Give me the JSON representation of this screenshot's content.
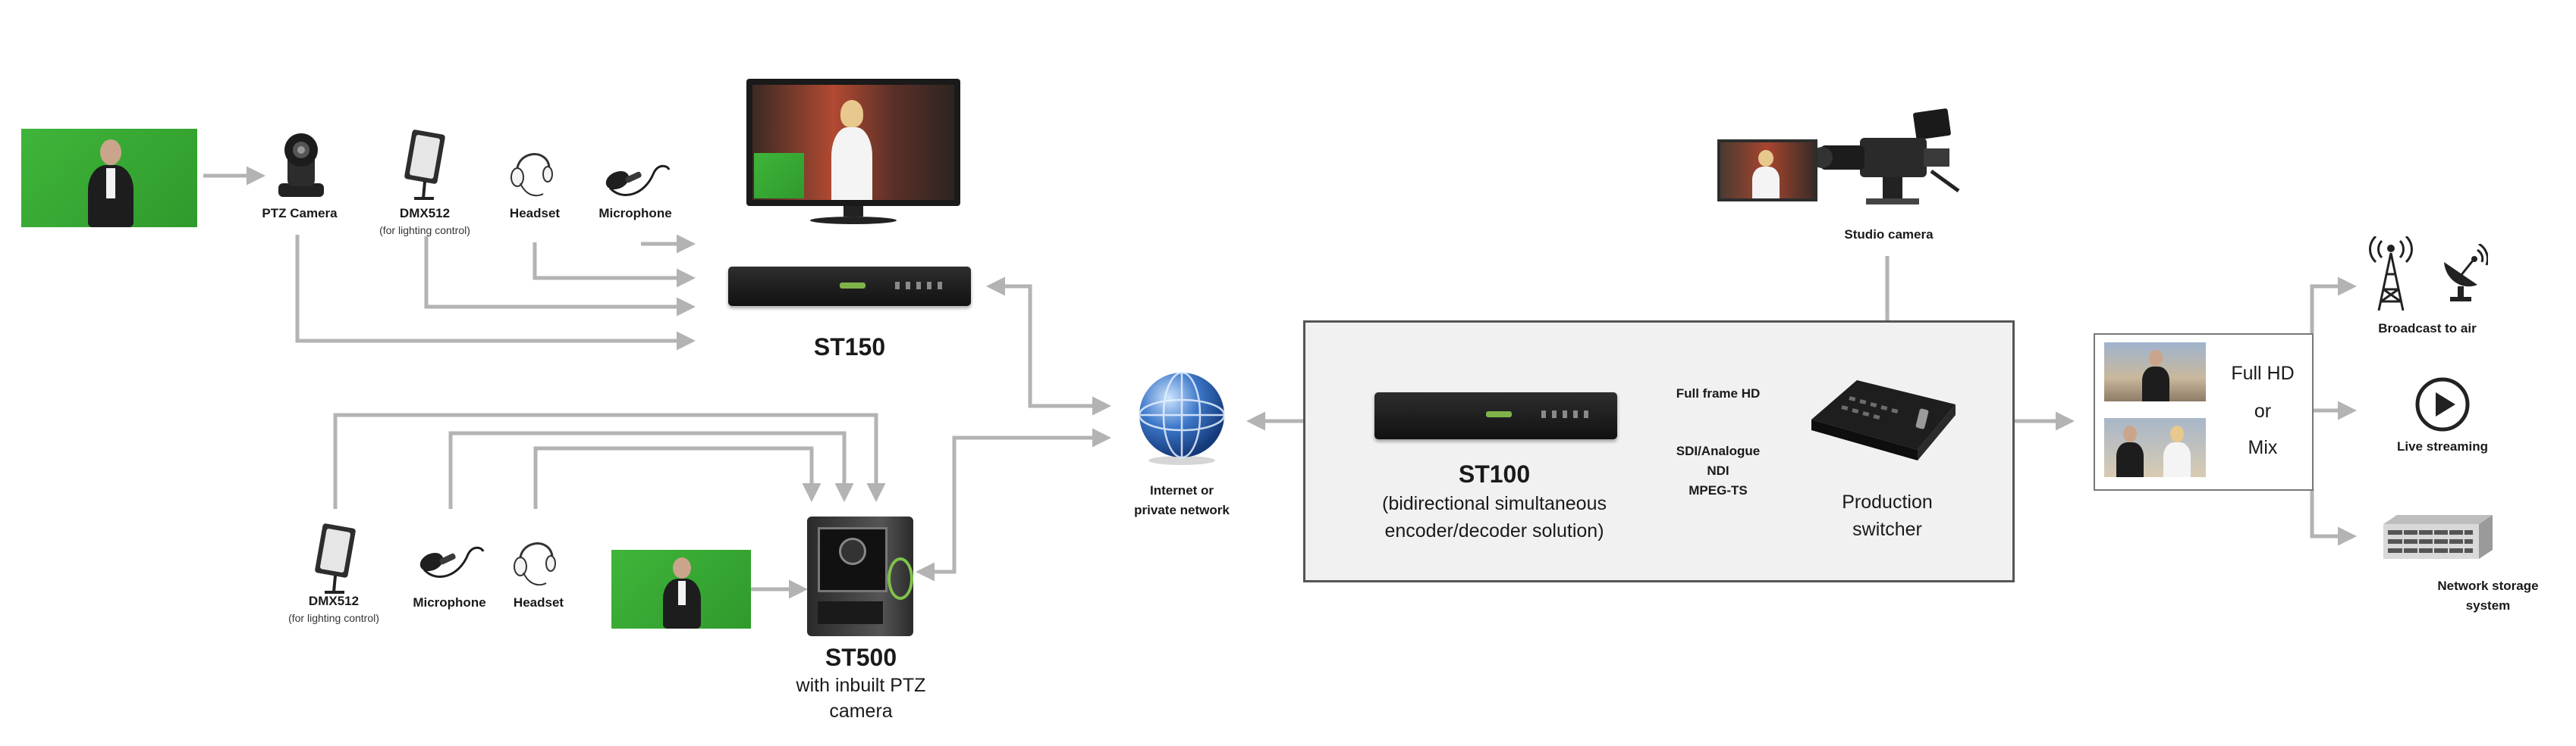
{
  "nodes": {
    "ptz_camera": "PTZ Camera",
    "dmx_top": "DMX512",
    "dmx_top_sub": "(for lighting control)",
    "headset_top": "Headset",
    "microphone_top": "Microphone",
    "st150": "ST150",
    "dmx_bottom": "DMX512",
    "dmx_bottom_sub": "(for lighting control)",
    "microphone_bottom": "Microphone",
    "headset_bottom": "Headset",
    "st500": "ST500",
    "st500_sub1": "with inbuilt PTZ",
    "st500_sub2": "camera",
    "internet1": "Internet or",
    "internet2": "private network",
    "st100": "ST100",
    "st100_sub1": "(bidirectional simultaneous",
    "st100_sub2": "encoder/decoder solution)",
    "link_top": "Full frame HD",
    "link_b1": "SDI/Analogue",
    "link_b2": "NDI",
    "link_b3": "MPEG-TS",
    "studio_camera": "Studio camera",
    "switcher1": "Production",
    "switcher2": "switcher",
    "out1": "Full HD",
    "out2": "or",
    "out3": "Mix",
    "broadcast": "Broadcast to air",
    "live": "Live streaming",
    "storage1": "Network storage",
    "storage2": "system"
  },
  "colors": {
    "wire": "#b3b3b3",
    "green_screen": "#38a835",
    "panel_border": "#555555"
  },
  "icons": [
    "ptz-camera-icon",
    "lamp-icon",
    "headset-icon",
    "microphone-icon",
    "globe-icon",
    "broadcast-tower-icon",
    "satellite-dish-icon",
    "play-icon",
    "storage-icon"
  ]
}
